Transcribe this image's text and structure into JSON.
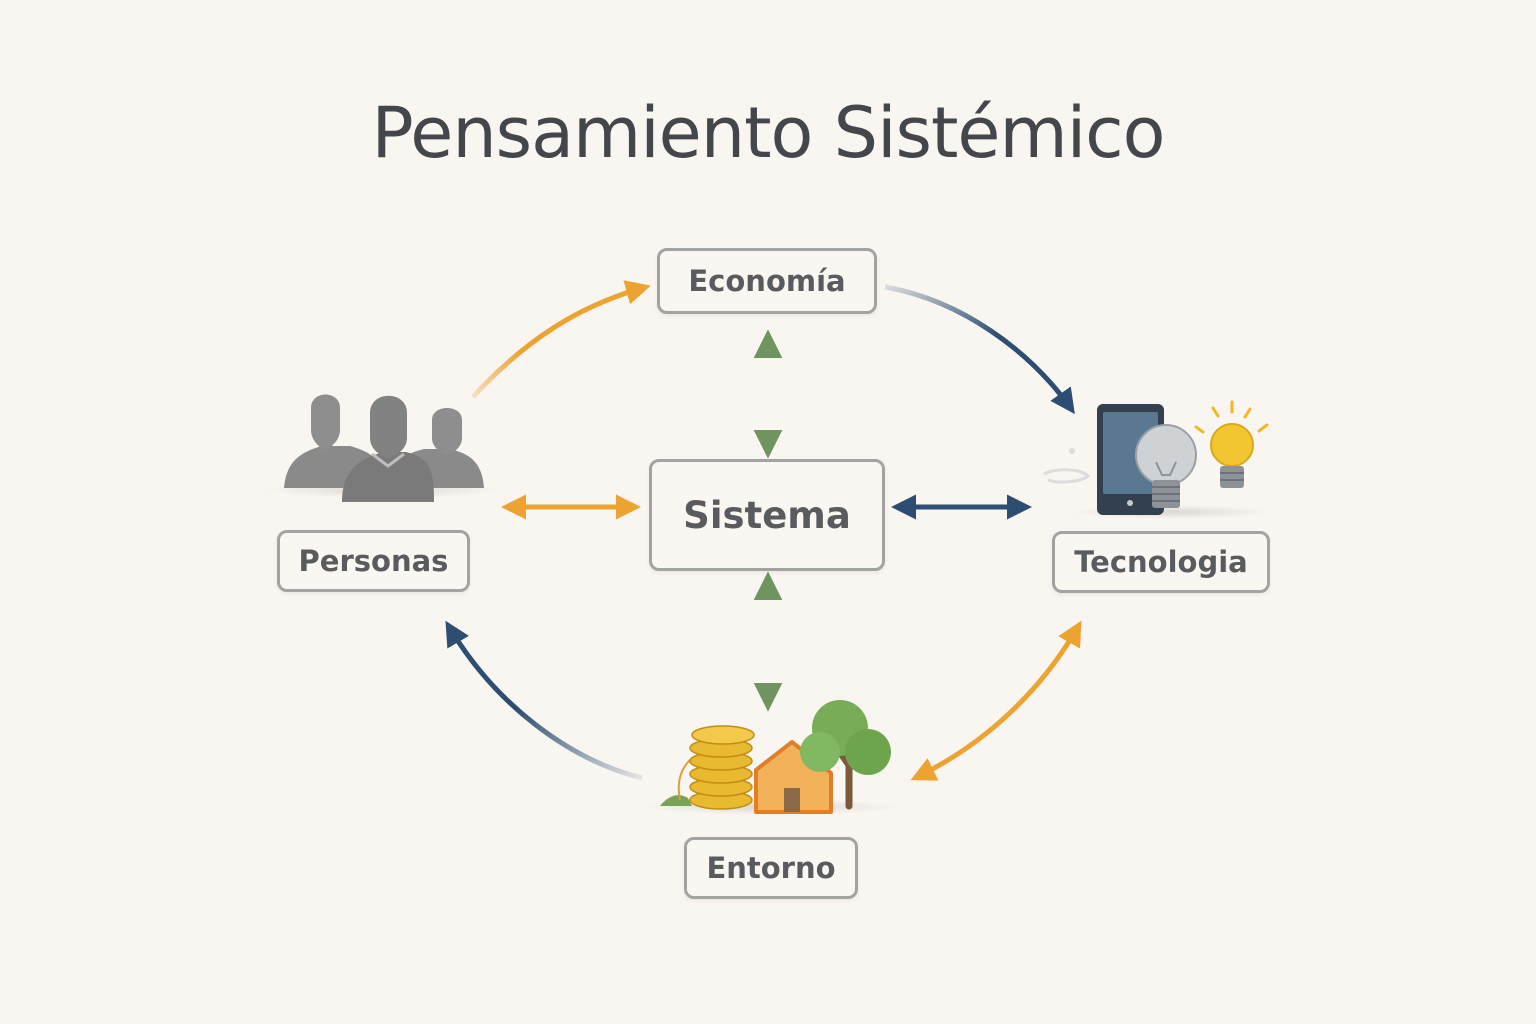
{
  "title": "Pensamiento Sistémico",
  "nodes": {
    "economia": "Economía",
    "sistema": "Sistema",
    "personas": "Personas",
    "tecnologia": "Tecnologia",
    "entorno": "Entorno"
  },
  "colors": {
    "orange": "#eda331",
    "navy": "#2d4e72",
    "green": "#6f9460",
    "gray_icon": "#8a8a8a",
    "background": "#f9f5f0"
  },
  "icons": {
    "personas": "people-group-icon",
    "tecnologia": "tablet-and-lightbulbs-icon",
    "entorno": "coins-house-tree-icon"
  }
}
